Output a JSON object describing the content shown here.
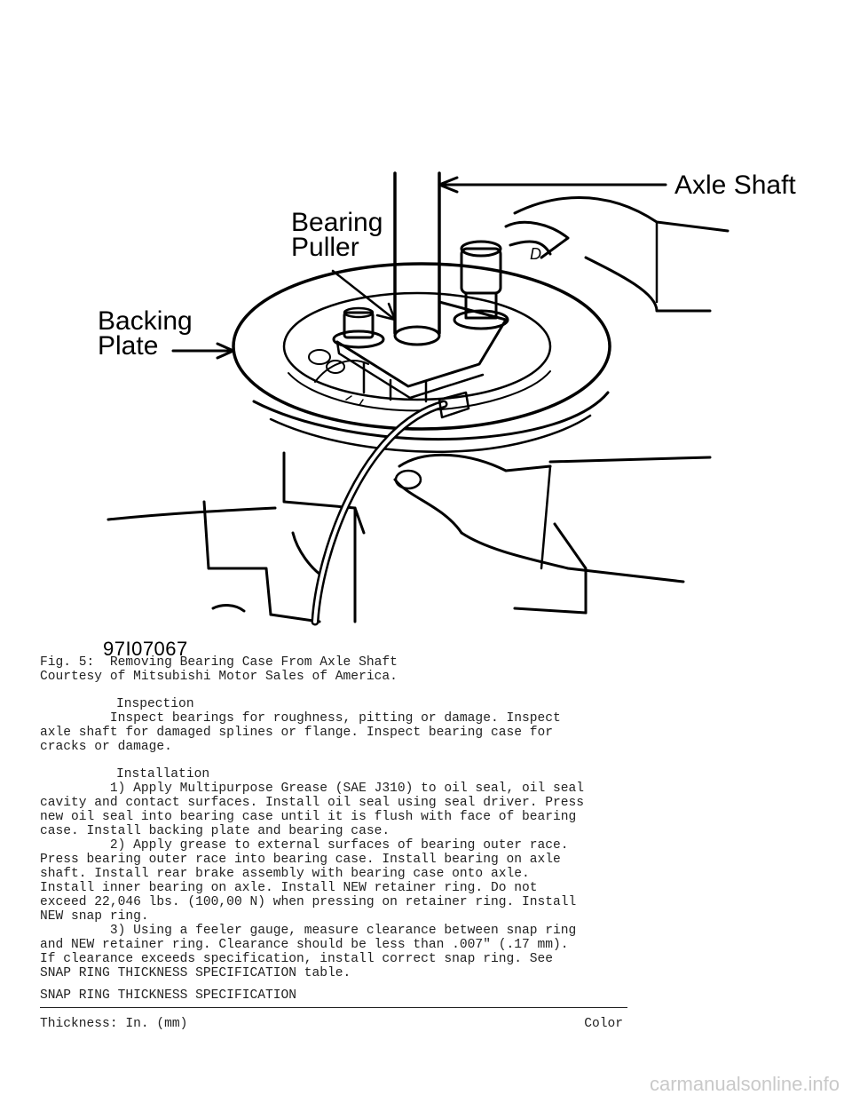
{
  "figure": {
    "callouts": {
      "axle_shaft": "Axle Shaft",
      "bearing_puller_line1": "Bearing",
      "bearing_puller_line2": "Puller",
      "backing_plate_line1": "Backing",
      "backing_plate_line2": "Plate"
    },
    "figure_id": "97I07067"
  },
  "caption": {
    "title": "Fig. 5:  Removing Bearing Case From Axle Shaft",
    "credit": "Courtesy of Mitsubishi Motor Sales of America."
  },
  "inspection": {
    "heading": "Inspection",
    "lines": [
      "         Inspect bearings for roughness, pitting or damage. Inspect",
      "axle shaft for damaged splines or flange. Inspect bearing case for",
      "cracks or damage."
    ]
  },
  "installation": {
    "heading": "Installation",
    "lines": [
      "         1) Apply Multipurpose Grease (SAE J310) to oil seal, oil seal",
      "cavity and contact surfaces. Install oil seal using seal driver. Press",
      "new oil seal into bearing case until it is flush with face of bearing",
      "case. Install backing plate and bearing case.",
      "         2) Apply grease to external surfaces of bearing outer race.",
      "Press bearing outer race into bearing case. Install bearing on axle",
      "shaft. Install rear brake assembly with bearing case onto axle.",
      "Install inner bearing on axle. Install NEW retainer ring. Do not",
      "exceed 22,046 lbs. (100,00 N) when pressing on retainer ring. Install",
      "NEW snap ring.",
      "         3) Using a feeler gauge, measure clearance between snap ring",
      "and NEW retainer ring. Clearance should be less than .007\" (.17 mm).",
      "If clearance exceeds specification, install correct snap ring. See",
      "SNAP RING THICKNESS SPECIFICATION table."
    ]
  },
  "table": {
    "title": "SNAP RING THICKNESS SPECIFICATION",
    "col_left": "Thickness: In. (mm)",
    "col_right": "Color"
  },
  "watermark": "carmanualsonline.info"
}
